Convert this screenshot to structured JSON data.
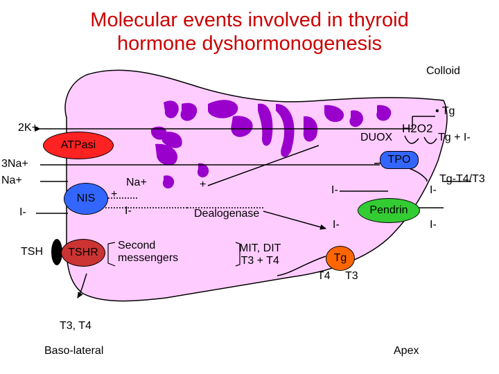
{
  "title": {
    "line1": "Molecular events involved in thyroid",
    "line2": "hormone dyshormonogenesis"
  },
  "labels": {
    "colloid": "Colloid",
    "tg_dot": "• Tg",
    "k2": "2K+",
    "atpase": "ATPasi",
    "na3": "3Na+",
    "na": "Na+",
    "nis": "NIS",
    "na_inside": "Na+",
    "plus1": "+",
    "plus2": "+",
    "iodide_left": "I-",
    "iodide_inside": "I-",
    "tsh": "TSH",
    "tshr": "TSHR",
    "second_messengers": "Second\nmessengers",
    "dealogenase": "Dealogenase",
    "mit_dit": "MIT, DIT\nT3 + T4",
    "duox": "DUOX",
    "h2o2": "H2O2",
    "tg_plus_i": "Tg + I-",
    "tpo": "TPO",
    "tg_t4_t3": "Tg-T4/T3",
    "iodide_upper": "I-",
    "iodide_apical_upper": "I-",
    "pendrin": "Pendrin",
    "iodide_lower": "I-",
    "iodide_apical_lower": "I-",
    "tg_circle": "Tg",
    "t4": "T4",
    "t3": "T3",
    "t3_t4_out": "T3, T4",
    "baso_lateral": "Baso-lateral",
    "apex": "Apex"
  },
  "colors": {
    "title": "#cc0000",
    "cell": "#ffccff",
    "organelle": "#9900cc",
    "atpase": "#ff2222",
    "nis": "#3366ff",
    "tshr": "#cc3333",
    "pendrin": "#33cc33",
    "tg": "#ff6600"
  }
}
